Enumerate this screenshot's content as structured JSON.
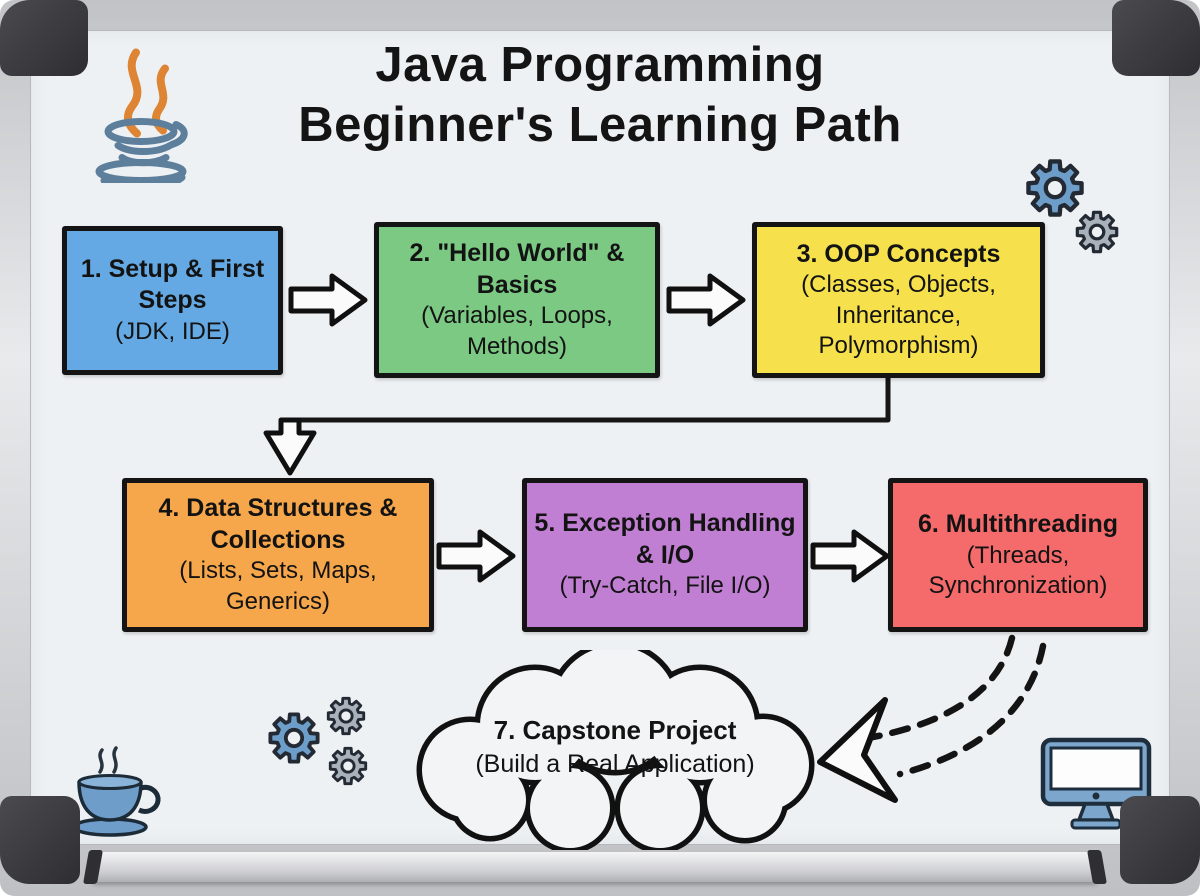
{
  "title": {
    "line1": "Java Programming",
    "line2": "Beginner's Learning Path"
  },
  "steps": [
    {
      "heading": "1. Setup & First Steps",
      "sub": "(JDK, IDE)",
      "color": "#64a9e3"
    },
    {
      "heading": "2. \"Hello World\" & Basics",
      "sub": "(Variables, Loops, Methods)",
      "color": "#7bc983"
    },
    {
      "heading": "3. OOP Concepts",
      "sub": "(Classes, Objects, Inheritance, Polymorphism)",
      "color": "#f6e14d"
    },
    {
      "heading": "4. Data Structures & Collections",
      "sub": "(Lists, Sets, Maps, Generics)",
      "color": "#f6a64b"
    },
    {
      "heading": "5. Exception Handling & I/O",
      "sub": "(Try-Catch, File I/O)",
      "color": "#c07fd3"
    },
    {
      "heading": "6. Multithreading",
      "sub": "(Threads, Synchronization)",
      "color": "#f56a6a"
    }
  ],
  "capstone": {
    "heading": "7. Capstone Project",
    "sub": "(Build a Real Application)"
  },
  "icons": {
    "top_left": "java-logo",
    "top_right": "gears",
    "bottom_left_gears": "gears",
    "bottom_left_cup": "coffee-cup",
    "bottom_right": "computer-monitor"
  },
  "colors": {
    "board_background": "#eef1f4",
    "box_border": "#141414",
    "frame_silver": "#d9dadc",
    "corner_caps": "#3a3a3e",
    "arrow_fill": "#fbfbfc",
    "gear_blue": "#6d9ec9",
    "gear_gray": "#a9b2ba",
    "java_orange": "#dd8535",
    "java_blue": "#5d7f9c"
  }
}
